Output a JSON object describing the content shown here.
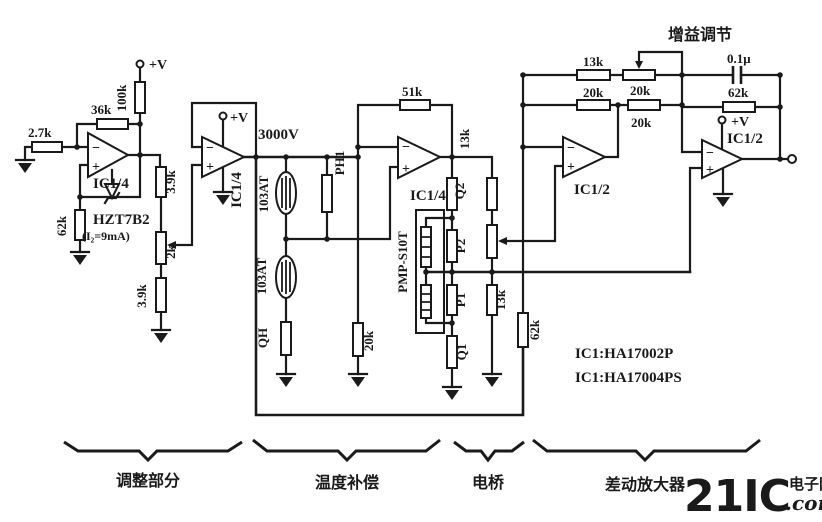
{
  "diagram": {
    "ink": "#1a1a1a",
    "background": "#ffffff"
  },
  "labels": {
    "r_2_7k": "2.7k",
    "r_36k": "36k",
    "r_100k": "100k",
    "r_62k_left": "62k",
    "r_3_9k_upper": "3.9k",
    "pot_2k": "2k",
    "r_3_9k_lower": "3.9k",
    "thermistor_1": "103AT",
    "thermistor_2": "103AT",
    "r_qh": "QH",
    "r_ph1": "PH1",
    "r_20k_mid": "20k",
    "r_51k": "51k",
    "r_q2": "Q2",
    "r_13k_upper": "13k",
    "r_p2": "P2",
    "r_p1": "P1",
    "r_q1": "Q1",
    "sensor": "PMP-S10T",
    "r_13k_lower": "13k",
    "r_62k_bridge": "62k",
    "r_13k_gain": "13k",
    "pot_20k": "20k",
    "r_20k_a": "20k",
    "r_20k_b": "20k",
    "cap_0_1u": "0.1μ",
    "r_62k_out": "62k"
  },
  "opamps": {
    "a1": "IC1/4",
    "a2": "IC1/4",
    "a3": "IC1/4",
    "a4": "IC1/2",
    "a5": "IC1/2",
    "minus": "−",
    "plus": "+",
    "supply": "+V"
  },
  "annotations": {
    "gain_adjust": "增益调节",
    "output_voltage": "3000V",
    "zener_model": "HZT7B2",
    "zener_current": "(I₂=9mA)",
    "ic_list_1": "IC1:HA17002P",
    "ic_list_2": "IC1:HA17004PS"
  },
  "sections": {
    "adjustment": "调整部分",
    "temperature_compensation": "温度补偿",
    "bridge": "电桥",
    "differential_amplifier": "差动放大器"
  },
  "watermark": {
    "brand": "21IC",
    "site": "电子网",
    "tld": ".com",
    "color": "#e06a6a"
  }
}
